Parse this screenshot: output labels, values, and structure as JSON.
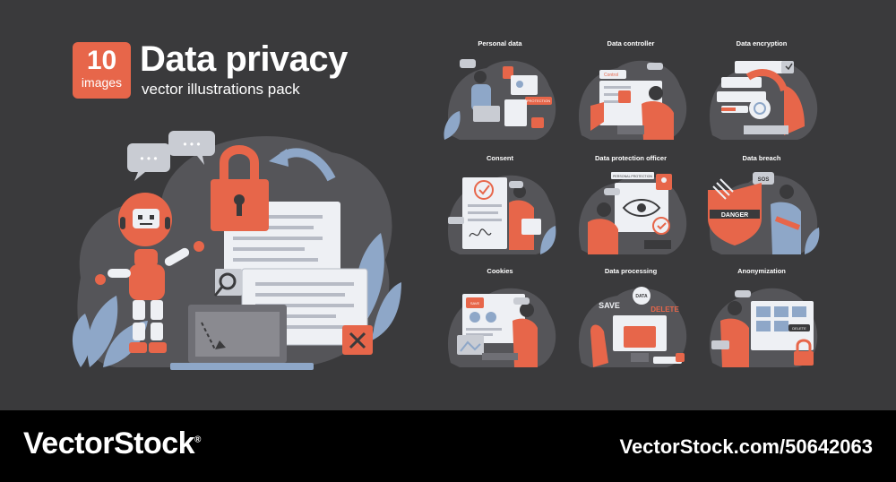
{
  "header": {
    "badge_number": "10",
    "badge_label": "images",
    "title": "Data privacy",
    "subtitle": "vector illustrations pack"
  },
  "hero": {
    "speech_bubble_dots": "• • •",
    "robot_visor_icon": "robot-face-icon",
    "lock_icon": "padlock-icon",
    "close_box_label": "✕"
  },
  "tiles": [
    {
      "title": "Personal data",
      "badge": "PROTECTION"
    },
    {
      "title": "Data controller",
      "badge": "Control"
    },
    {
      "title": "Data encryption",
      "badge": ""
    },
    {
      "title": "Consent",
      "badge": ""
    },
    {
      "title": "Data protection officer",
      "badge": "PERSONAL PROTECTION"
    },
    {
      "title": "Data breach",
      "badge": "SOS",
      "badge2": "DANGER"
    },
    {
      "title": "Cookies",
      "badge": "SAVE"
    },
    {
      "title": "Data processing",
      "badge": "DATA",
      "badge2": "SAVE",
      "badge3": "DELETE"
    },
    {
      "title": "Anonymization",
      "badge": "DELETE"
    }
  ],
  "footer": {
    "brand": "VectorStock",
    "brand_mark": "®",
    "id_text": "VectorStock.com/50642063"
  },
  "colors": {
    "background": "#3a3a3c",
    "accent": "#e7664a",
    "blue": "#8ea7c8",
    "light": "#eef0f4",
    "blob": "#5a5a5e",
    "footer": "#000000"
  }
}
